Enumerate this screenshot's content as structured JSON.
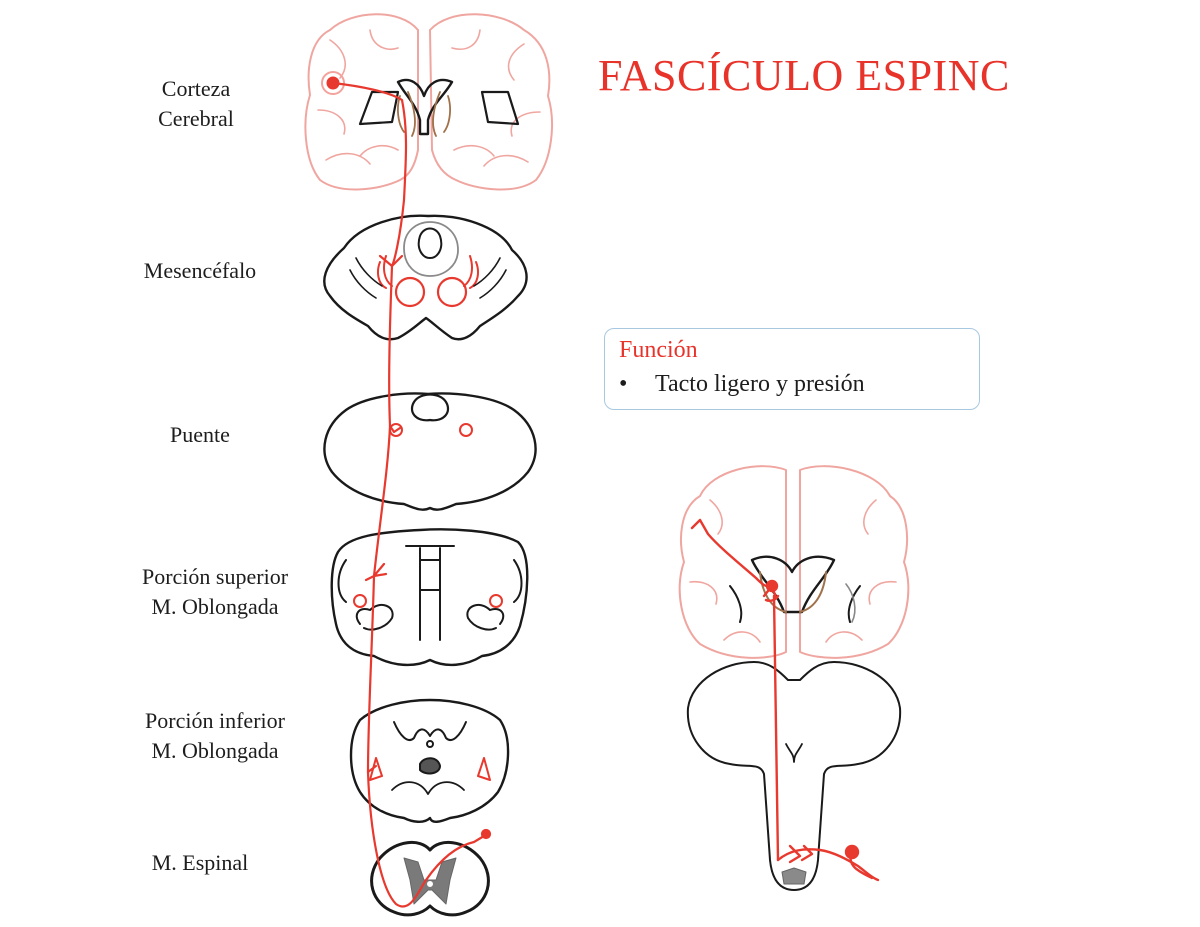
{
  "title": "FASCÍCULO ESPINC",
  "levels": [
    {
      "line1": "Corteza",
      "line2": "Cerebral"
    },
    {
      "line1": "Mesencéfalo",
      "line2": ""
    },
    {
      "line1": "Puente",
      "line2": ""
    },
    {
      "line1": "Porción superior",
      "line2": "M. Oblongada"
    },
    {
      "line1": "Porción inferior",
      "line2": "M. Oblongada"
    },
    {
      "line1": "M. Espinal",
      "line2": ""
    }
  ],
  "function_box": {
    "heading": "Función",
    "items": [
      "Tacto ligero y presión"
    ]
  },
  "colors": {
    "tract": "#e8392f",
    "outline": "#1a1a1a",
    "cortex": "#f0a6a0",
    "thalamus": "#a0714a",
    "gray_matter": "#7a7a7a"
  }
}
